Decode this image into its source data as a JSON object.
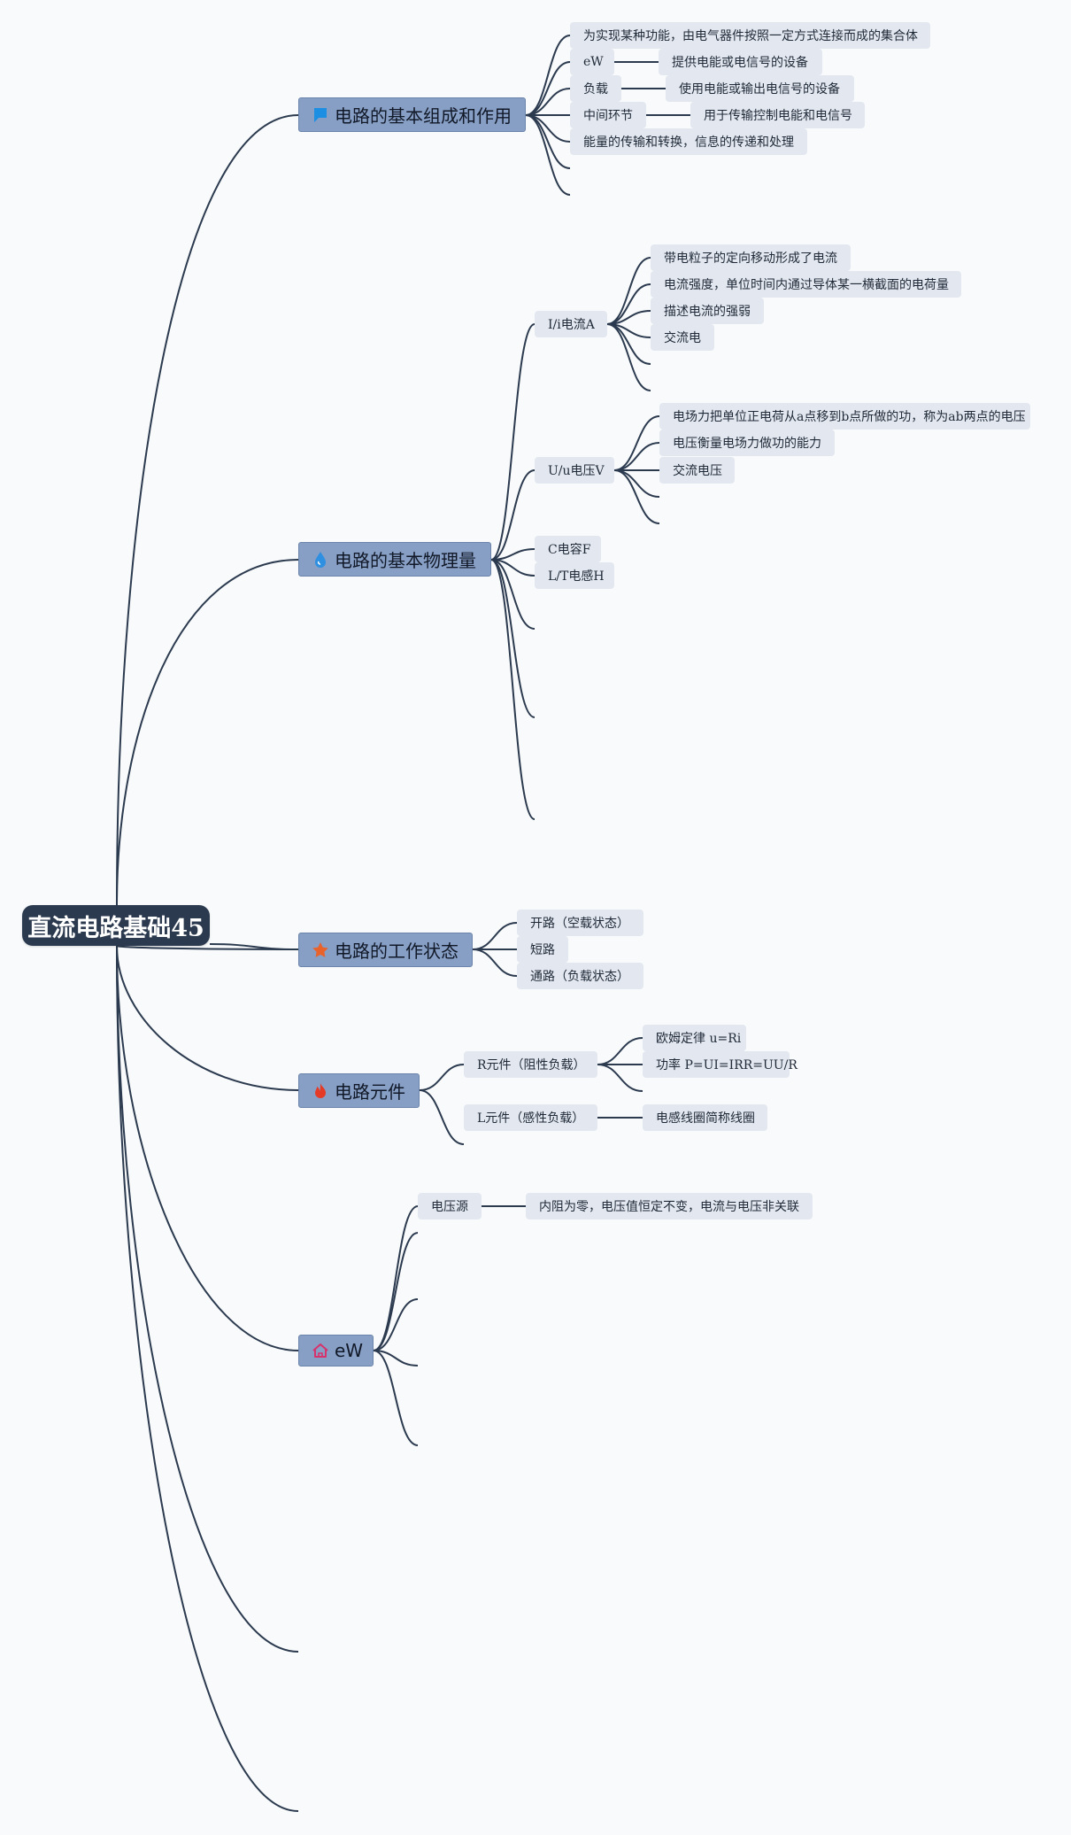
{
  "root": {
    "label": "直流电路基础45"
  },
  "branches": [
    {
      "label": "电路的基本组成和作用",
      "icon": "flag-icon",
      "children": [
        {
          "label": "为实现某种功能，由电气器件按照一定方式连接而成的集合体"
        },
        {
          "label": "eW",
          "detail": "提供电能或电信号的设备"
        },
        {
          "label": "负载",
          "detail": "使用电能或输出电信号的设备"
        },
        {
          "label": "中间环节",
          "detail": "用于传输控制电能和电信号"
        },
        {
          "label": "能量的传输和转换，信息的传递和处理"
        }
      ]
    },
    {
      "label": "电路的基本物理量",
      "icon": "water-drop-icon",
      "children": [
        {
          "label": "I/i电流A",
          "items": [
            "带电粒子的定向移动形成了电流",
            "电流强度，单位时间内通过导体某一横截面的电荷量",
            "描述电流的强弱",
            "交流电"
          ]
        },
        {
          "label": "U/u电压V",
          "items": [
            "电场力把单位正电荷从a点移到b点所做的功，称为ab两点的电压",
            "电压衡量电场力做功的能力",
            "交流电压"
          ]
        },
        {
          "label": "C电容F"
        },
        {
          "label": "L/T电感H"
        }
      ]
    },
    {
      "label": "电路的工作状态",
      "icon": "star-icon",
      "children": [
        {
          "label": "开路（空载状态）"
        },
        {
          "label": "短路"
        },
        {
          "label": "通路（负载状态）"
        }
      ]
    },
    {
      "label": "电路元件",
      "icon": "fire-icon",
      "children": [
        {
          "label": "R元件（阻性负载）",
          "items": [
            "欧姆定律 u=Ri",
            "功率 P=UI=IRR=UU/R"
          ]
        },
        {
          "label": "L元件（感性负载）",
          "detail": "电感线圈简称线圈"
        }
      ]
    },
    {
      "label": "eW",
      "icon": "home-icon",
      "children": [
        {
          "label": "电压源",
          "detail": "内阻为零，电压值恒定不变，电流与电压非关联"
        }
      ]
    }
  ],
  "colors": {
    "line": "#2b3a4f",
    "root_fill": "#2b3a4f",
    "main_fill": "#879fc5",
    "sub_fill": "#e3e8f0",
    "flag": "#1d8fe3",
    "drop": "#2f8fe0",
    "star": "#e8622c",
    "fire": "#e53a26",
    "home": "#d6336c"
  }
}
